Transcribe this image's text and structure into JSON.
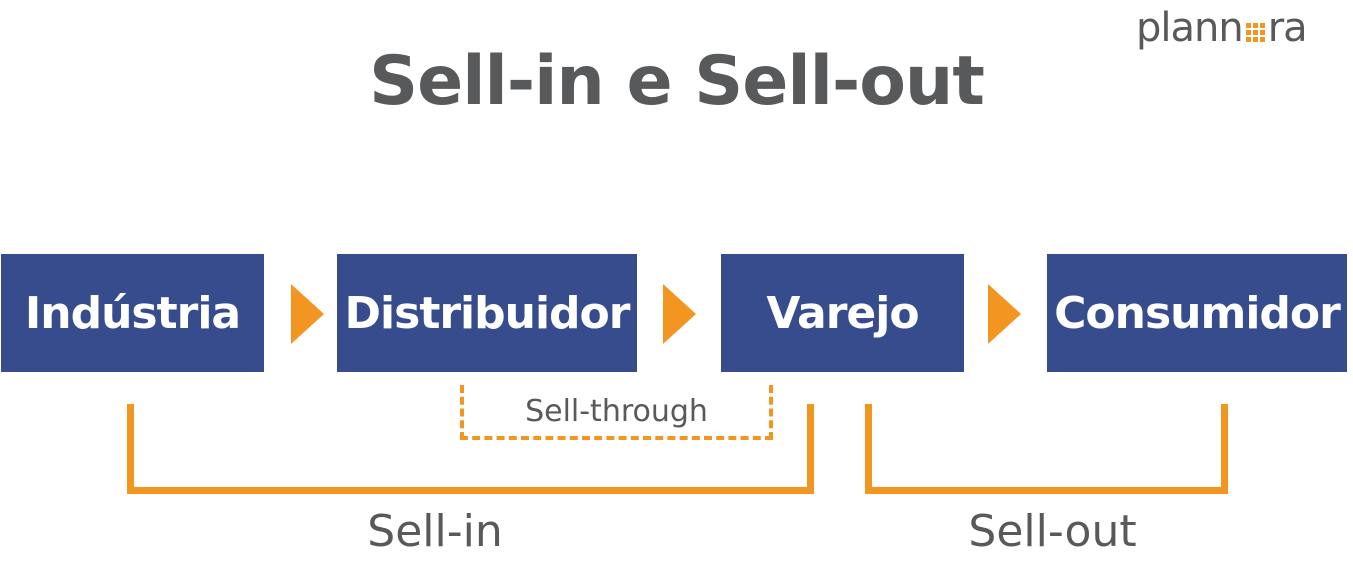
{
  "logo": {
    "before": "plann",
    "after": "ra",
    "dot_color": "#f29621"
  },
  "title": "Sell-in e Sell-out",
  "stages": [
    {
      "label": "Indústria"
    },
    {
      "label": "Distribuidor"
    },
    {
      "label": "Varejo"
    },
    {
      "label": "Consumidor"
    }
  ],
  "brackets": {
    "sell_through": "Sell-through",
    "sell_in": "Sell-in",
    "sell_out": "Sell-out"
  },
  "colors": {
    "box": "#374c8c",
    "accent": "#f29621",
    "text": "#58595b"
  }
}
